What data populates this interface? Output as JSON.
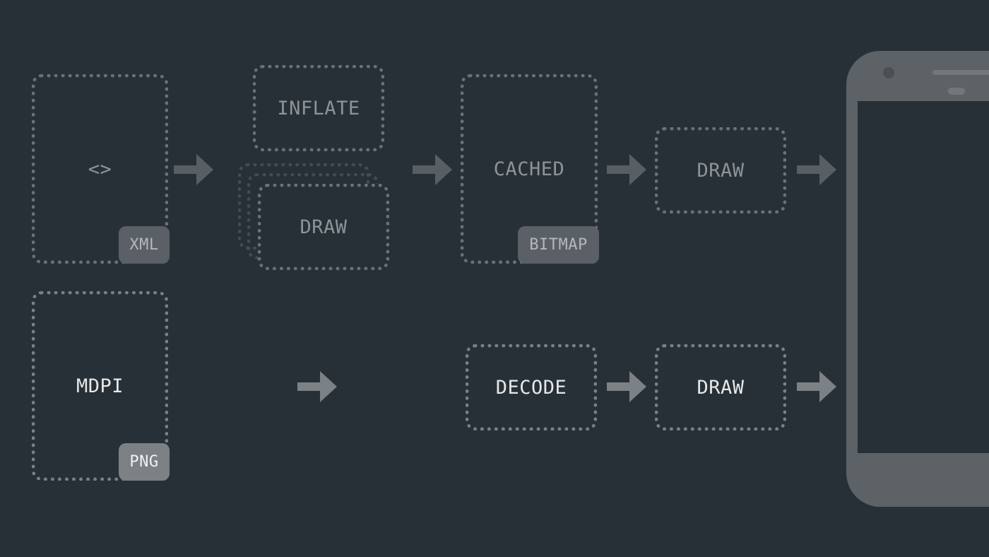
{
  "pipeline_xml": {
    "source_label": "<>",
    "source_tag": "XML",
    "inflate_label": "INFLATE",
    "draw_label": "DRAW",
    "cached_label": "CACHED",
    "cached_tag": "BITMAP",
    "final_draw_label": "DRAW"
  },
  "pipeline_png": {
    "source_label": "MDPI",
    "source_tag": "PNG",
    "decode_label": "DECODE",
    "draw_label": "DRAW"
  },
  "colors": {
    "background": "#283037",
    "dim_border": "#6b7176",
    "dim_text": "#8e9396",
    "bright_text": "#e6e8e9",
    "arrow_dim": "#585e62",
    "arrow_bright": "#7c8185",
    "phone": "#5c6266"
  },
  "icons": {
    "arrow": "arrow-right-icon",
    "device": "phone-icon"
  }
}
